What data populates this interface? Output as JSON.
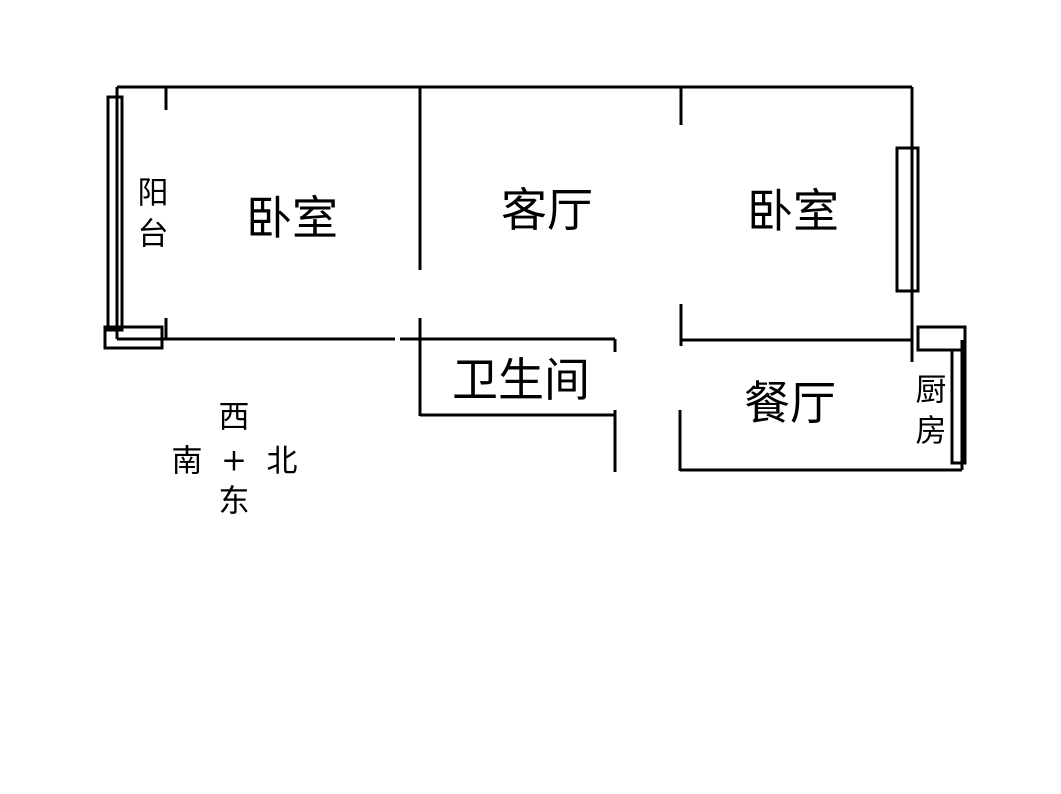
{
  "rooms": {
    "balcony": "阳台",
    "bedroom_west": "卧室",
    "living_room": "客厅",
    "bedroom_east": "卧室",
    "bathroom": "卫生间",
    "dining_room": "餐厅",
    "kitchen": "厨房"
  },
  "compass": {
    "west": "西",
    "south": "南",
    "center": "+",
    "north": "北",
    "east": "东"
  },
  "colors": {
    "line": "#000000",
    "background": "#ffffff"
  }
}
